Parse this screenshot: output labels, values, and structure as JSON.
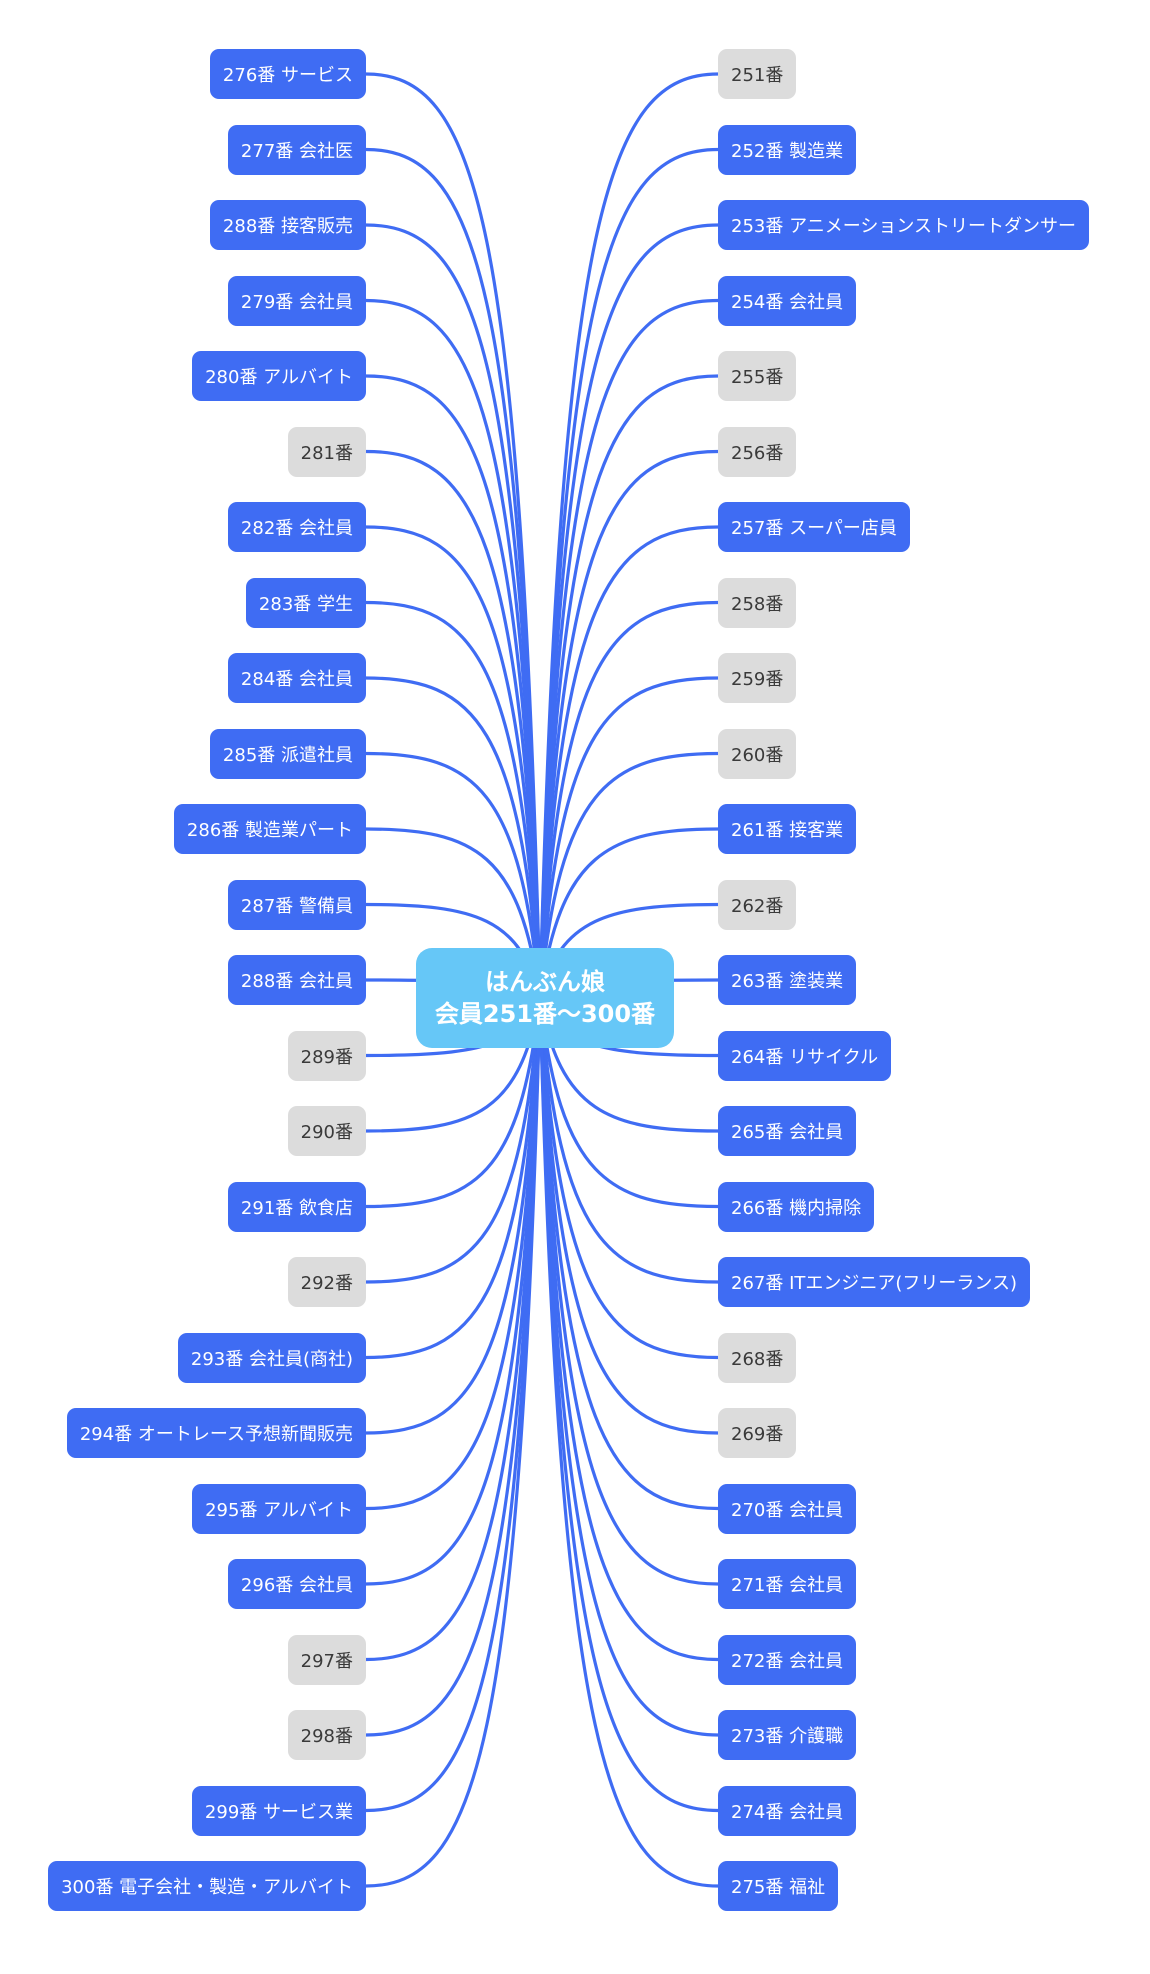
{
  "center": {
    "line1": "はんぶん娘",
    "line2": "会員251番〜300番"
  },
  "colors": {
    "edge": "#3f6cf3",
    "filled_node": "#3f6cf3",
    "empty_node": "#dcdcdc",
    "center_node": "#66c7f7"
  },
  "left_nodes": [
    {
      "label": "276番 サービス",
      "filled": true
    },
    {
      "label": "277番 会社医",
      "filled": true
    },
    {
      "label": "288番 接客販売",
      "filled": true
    },
    {
      "label": "279番 会社員",
      "filled": true
    },
    {
      "label": "280番 アルバイト",
      "filled": true
    },
    {
      "label": "281番",
      "filled": false
    },
    {
      "label": "282番 会社員",
      "filled": true
    },
    {
      "label": "283番 学生",
      "filled": true
    },
    {
      "label": "284番 会社員",
      "filled": true
    },
    {
      "label": "285番 派遣社員",
      "filled": true
    },
    {
      "label": "286番 製造業パート",
      "filled": true
    },
    {
      "label": "287番 警備員",
      "filled": true
    },
    {
      "label": "288番 会社員",
      "filled": true
    },
    {
      "label": "289番",
      "filled": false
    },
    {
      "label": "290番",
      "filled": false
    },
    {
      "label": "291番 飲食店",
      "filled": true
    },
    {
      "label": "292番",
      "filled": false
    },
    {
      "label": "293番 会社員(商社)",
      "filled": true
    },
    {
      "label": "294番 オートレース予想新聞販売",
      "filled": true
    },
    {
      "label": "295番 アルバイト",
      "filled": true
    },
    {
      "label": "296番 会社員",
      "filled": true
    },
    {
      "label": "297番",
      "filled": false
    },
    {
      "label": "298番",
      "filled": false
    },
    {
      "label": "299番 サービス業",
      "filled": true
    },
    {
      "label": "300番 電子会社・製造・アルバイト",
      "filled": true
    }
  ],
  "right_nodes": [
    {
      "label": "251番",
      "filled": false
    },
    {
      "label": "252番 製造業",
      "filled": true
    },
    {
      "label": "253番 アニメーションストリートダンサー",
      "filled": true
    },
    {
      "label": "254番 会社員",
      "filled": true
    },
    {
      "label": "255番",
      "filled": false
    },
    {
      "label": "256番",
      "filled": false
    },
    {
      "label": "257番 スーパー店員",
      "filled": true
    },
    {
      "label": "258番",
      "filled": false
    },
    {
      "label": "259番",
      "filled": false
    },
    {
      "label": "260番",
      "filled": false
    },
    {
      "label": "261番 接客業",
      "filled": true
    },
    {
      "label": "262番",
      "filled": false
    },
    {
      "label": "263番 塗装業",
      "filled": true
    },
    {
      "label": "264番 リサイクル",
      "filled": true
    },
    {
      "label": "265番 会社員",
      "filled": true
    },
    {
      "label": "266番 機内掃除",
      "filled": true
    },
    {
      "label": "267番 ITエンジニア(フリーランス)",
      "filled": true
    },
    {
      "label": "268番",
      "filled": false
    },
    {
      "label": "269番",
      "filled": false
    },
    {
      "label": "270番 会社員",
      "filled": true
    },
    {
      "label": "271番 会社員",
      "filled": true
    },
    {
      "label": "272番 会社員",
      "filled": true
    },
    {
      "label": "273番 介護職",
      "filled": true
    },
    {
      "label": "274番 会社員",
      "filled": true
    },
    {
      "label": "275番 福祉",
      "filled": true
    }
  ]
}
